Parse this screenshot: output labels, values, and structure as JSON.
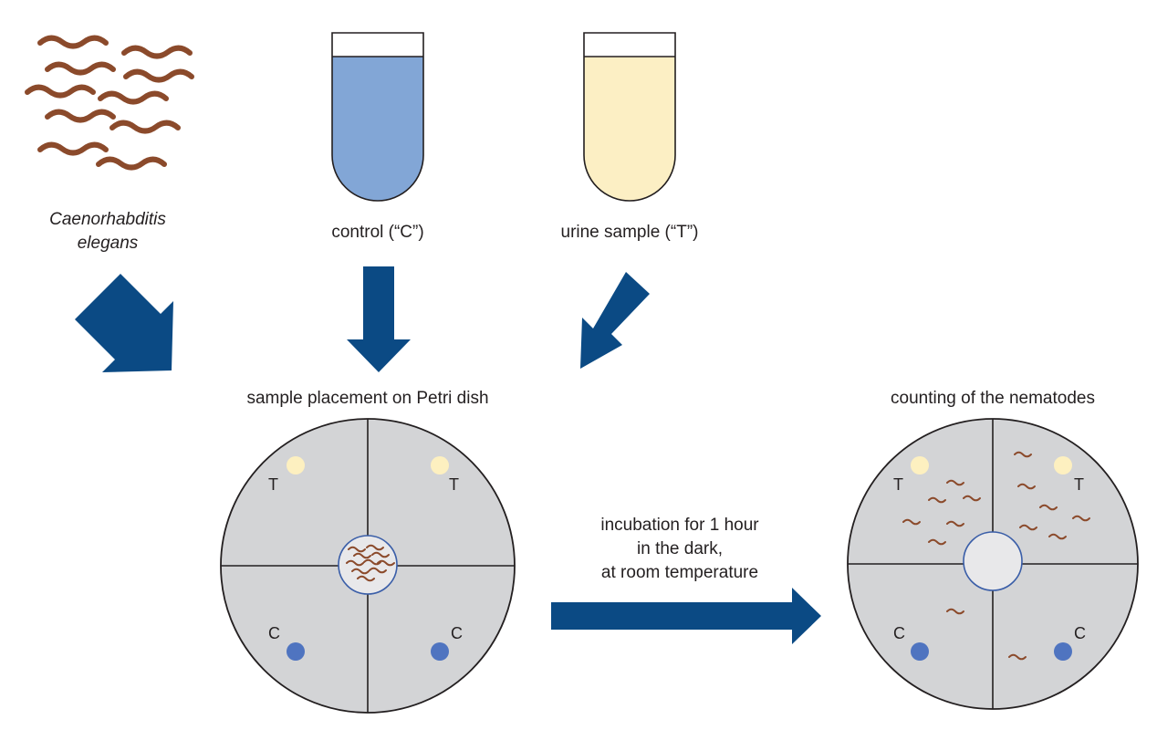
{
  "organism_label_line1": "Caenorhabditis",
  "organism_label_line2": "elegans",
  "control_label": "control (“C”)",
  "urine_label": "urine sample (“T”)",
  "placement_label": "sample placement on Petri dish",
  "counting_label": "counting of the nematodes",
  "incubation_line1": "incubation for 1 hour",
  "incubation_line2": "in the dark,",
  "incubation_line3": "at room temperature",
  "dish_letter_test": "T",
  "dish_letter_control": "C",
  "colors": {
    "arrow": "#0b4a84",
    "worm": "#8b4a2b",
    "control_liquid": "#82a6d6",
    "urine_liquid": "#fcefc4",
    "dish_fill": "#d3d4d6",
    "test_spot": "#fdf0c0",
    "control_spot": "#4f74c0",
    "center_ring": "#3a5ea8"
  }
}
